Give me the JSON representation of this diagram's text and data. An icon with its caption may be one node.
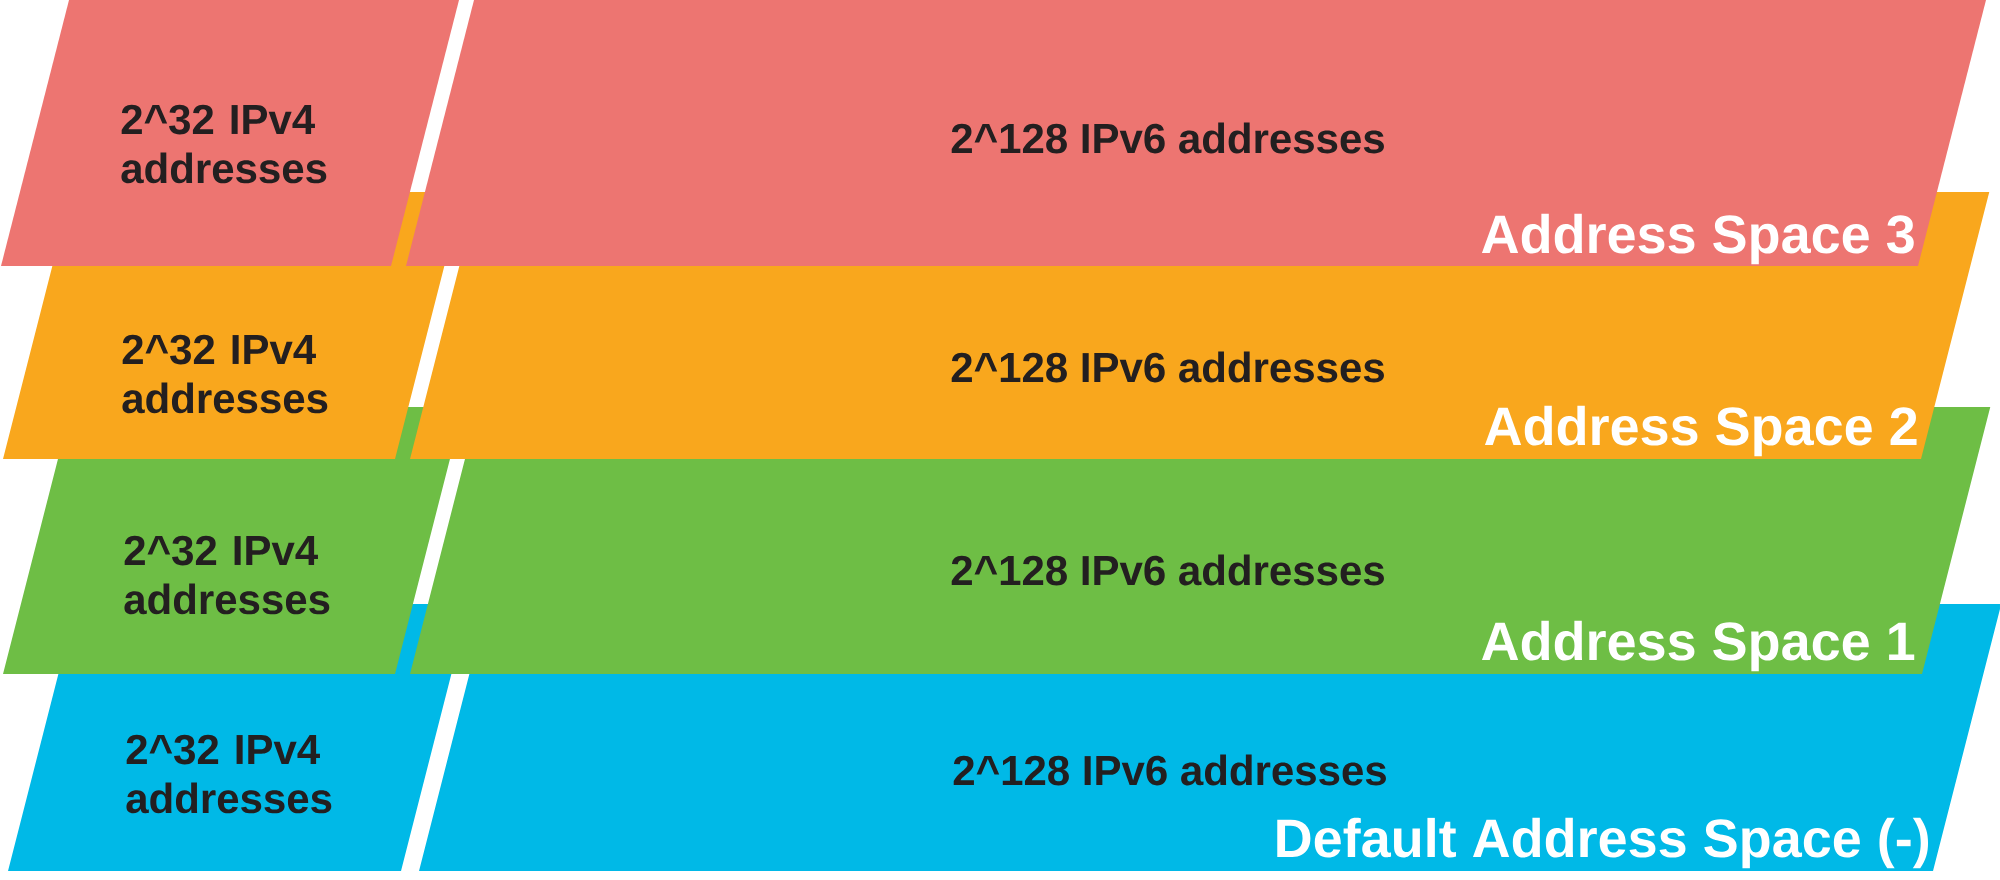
{
  "diagram": {
    "nodes": [
      {
        "text": [
          "2^32 IPv4 addresses"
        ]
      },
      {
        "text": [
          "2^128 IPv6 addresses",
          "Address Space 3"
        ]
      },
      {
        "text": [
          "2^32 IPv4 addresses"
        ]
      },
      {
        "text": [
          "2^128 IPv6 addresses",
          "Address Space 2"
        ]
      },
      {
        "text": [
          "2^32 IPv4 addresses"
        ]
      },
      {
        "text": [
          "2^128 IPv6 addresses",
          "Address Space 1"
        ]
      },
      {
        "text": [
          "2^32 IPv4 addresses"
        ]
      },
      {
        "text": [
          "2^128 IPv6 addresses",
          "Default Address Space (-)"
        ]
      }
    ]
  }
}
